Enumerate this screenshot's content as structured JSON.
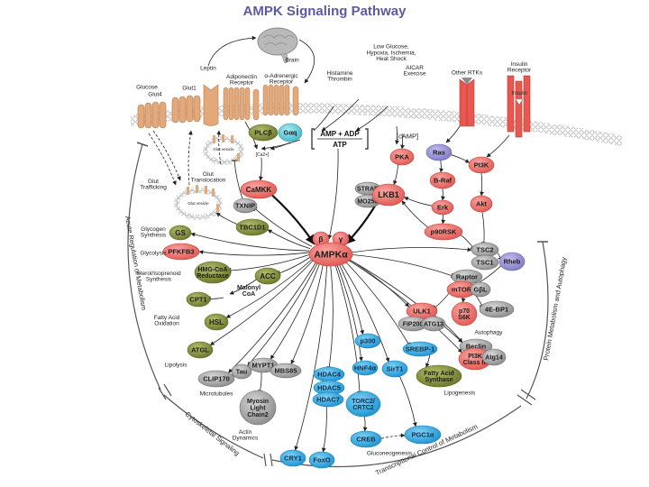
{
  "title": "AMPK Signaling Pathway",
  "colors": {
    "title": "#5b5aa6",
    "kinase_red": "#ec6b66",
    "metabolic_green": "#7d8a37",
    "transcription_blue": "#2aa6e0",
    "grey": "#9b9b9b",
    "purple": "#8f88cc",
    "cyan": "#5bc7d8",
    "receptor_tan": "#e3a97a",
    "rtk_red": "#e8584f"
  },
  "stimuli": {
    "stress": "Low Glucose,\nHypoxia, Ischemia,\nHeat Shock",
    "aicar": "AICAR\nExercise",
    "histamine": "Histamine\nThrombin",
    "amp_ratio_num": "AMP + ADP",
    "amp_ratio_den": "ATP",
    "camp": "[cAMP]",
    "ca": "[Ca2+]",
    "leptin": "Leptin",
    "brain": "Brain",
    "glucose": "Glucose"
  },
  "receptors": {
    "glut4": "Glut4",
    "glut1": "Glut1",
    "adiponectin": "Adiponectin\nReceptor",
    "adrenergic": "α-Adrenergic\nReceptor",
    "other_rtks": "Other RTKs",
    "insulin_receptor": "Insulin\nReceptor",
    "insulin": "Insulin"
  },
  "nodes": {
    "plcb": "PLCβ",
    "gaq": "Gαq",
    "camkk": "CaMKK",
    "pka": "PKA",
    "lkb1": "LKB1",
    "strad": "STRAD",
    "mo25": "MO25α",
    "ras": "Ras",
    "braf": "B-Raf",
    "erk": "Erk",
    "p90rsk": "p90RSK",
    "pi3k": "PI3K",
    "akt": "Akt",
    "tsc2": "TSC2",
    "tsc1": "TSC1",
    "rheb": "Rheb",
    "raptor": "Raptor",
    "mtor": "mTOR",
    "gbl": "GβL",
    "ulk1": "ULK1",
    "fip200": "FIP200",
    "atg13": "ATG13",
    "p70s6k": "p70\nS6K",
    "4ebp1": "4E-BP1",
    "beclin": "Beclin",
    "pi3k3": "PI3K\nClass III",
    "atg14": "Atg14",
    "ampk_beta": "β",
    "ampk_gamma": "γ",
    "ampk_alpha": "AMPKα",
    "txnip": "TXNIP",
    "tbc1d1": "TBC1D1",
    "gs": "GS",
    "pfkfb3": "PFKFB3",
    "hmgcoa": "HMG-CoA\nReductase",
    "acc": "ACC",
    "malonyl": "Malonyl\nCoA",
    "cpt1": "CPT1",
    "hsl": "HSL",
    "atgl": "ATGL",
    "clip170": "CLIP170",
    "tau": "Tau",
    "mypt1": "MYPT1",
    "mbs85": "MBS85",
    "mlc2": "Myosin\nLight\nChain2",
    "hdac4": "HDAC4",
    "hdac5": "HDAC5",
    "hdac7": "HDAC7",
    "torc2": "TORC2/\nCRTC2",
    "creb": "CREB",
    "p300": "p300",
    "hnf4a": "HNF4α",
    "sirt1": "SirT1",
    "pgc1a": "PGC1α",
    "srebp1": "SREBP-1",
    "fas": "Fatty Acid\nSynthase",
    "cry1": "CRY1",
    "foxo": "FoxO",
    "glut_vesicle": "Glut\nvesicle"
  },
  "process_labels": {
    "glut_trafficking": "Glut\nTrafficking",
    "glut_translocation": "Glut\nTranslocation",
    "glycogen_synthesis": "Glycogen\nSynthesis",
    "glycolysis": "Glycolysis",
    "sterol": "Sterol/Isoprenoid\nSynthesis",
    "fatty_acid_ox": "Fatty Acid\nOxidation",
    "lipolysis": "Lipolysis",
    "microtubules": "Microtubules",
    "actin": "Actin\nDynamics",
    "gluconeogenesis": "Gluconeogenesis",
    "lipogenesis": "Lipogenesis",
    "autophagy": "Autophagy"
  },
  "arc_labels": {
    "acute": "Acute Regulation of Metabolism",
    "cytoskeletal": "Cytoskeletal Signaling",
    "transcriptional": "Transcriptional Control of Metabolism",
    "protein": "Protein Metabolism and Autophagy"
  }
}
